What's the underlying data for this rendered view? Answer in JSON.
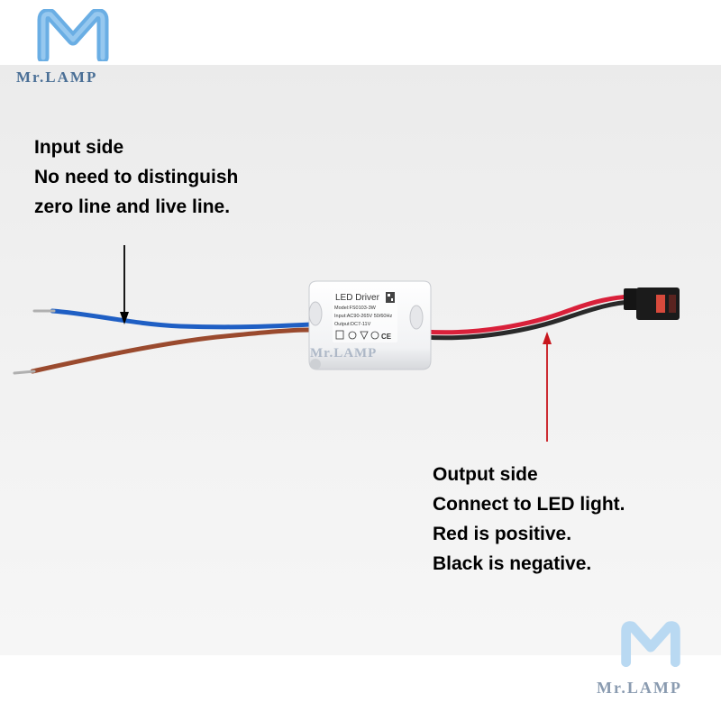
{
  "brand": {
    "logo_text": "Mr.LAMP",
    "color": "#5b9bd5"
  },
  "input_callout": {
    "lines": [
      "Input side",
      "No need to distinguish",
      "zero line and live line."
    ]
  },
  "output_callout": {
    "lines": [
      "Output side",
      "Connect to LED light.",
      "Red is positive.",
      "Black is negative."
    ]
  },
  "device_label": {
    "title": "LED Driver",
    "model": "Model:FS0103-3W",
    "input": "Input:AC90-265V 50/60Hz",
    "output": "Output:DC7-11V",
    "watermark": "Mr.LAMP"
  },
  "colors": {
    "blue_wire": "#1f5fc4",
    "brown_wire": "#9a4a2e",
    "red_wire": "#d9203a",
    "black_wire": "#222222",
    "input_arrow": "#000000",
    "output_arrow": "#c8161d"
  }
}
